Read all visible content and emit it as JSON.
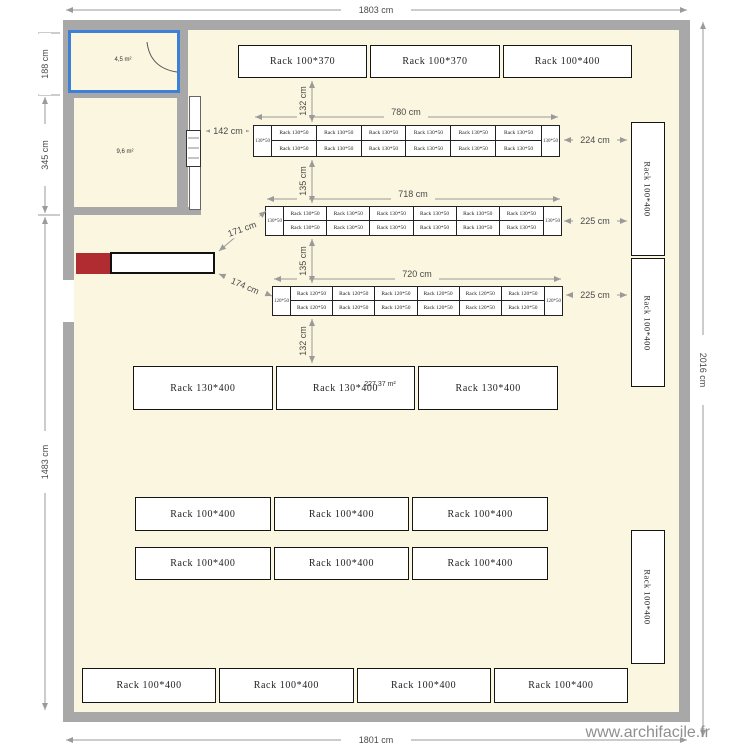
{
  "watermark": "www.archifacile.fr",
  "colors": {
    "floor": "#faf6e0",
    "wall": "#a8a8a8",
    "selection_blue": "#3c80d8",
    "red_block": "#b02c30",
    "dim_grey": "#9a9a9a"
  },
  "rooms": {
    "room1_area": "4,5 m²",
    "room2_area": "9,6 m²",
    "main_area": "227,37 m²"
  },
  "dims": {
    "top": "1803 cm",
    "bottom": "1801 cm",
    "right": "2016 cm",
    "left_top": "188 cm",
    "left_mid": "345 cm",
    "left_bottom": "1483 cm",
    "rowA_width": "780 cm",
    "rowB_width": "718 cm",
    "rowC_width": "720 cm",
    "gap_top_rowA": "132 cm",
    "gap_rowA_rowB": "135 cm",
    "gap_rowB_rowC": "135 cm",
    "gap_rowC_mid": "132 cm",
    "left_rowA": "142 cm",
    "left_rowB": "171 cm",
    "left_rowC": "174 cm",
    "right_rowA": "224 cm",
    "right_rowB": "225 cm",
    "right_rowC": "225 cm"
  },
  "racks": {
    "top_row": [
      "Rack 100*370",
      "Rack 100*370",
      "Rack 100*400"
    ],
    "right_column": [
      "Rack 100*400",
      "Rack 100*400",
      "Rack 100*400"
    ],
    "mid_row": [
      "Rack 130*400",
      "Rack 130*400",
      "Rack 130*400"
    ],
    "lower_row1": [
      "Rack 100*400",
      "Rack 100*400",
      "Rack 100*400"
    ],
    "lower_row2": [
      "Rack 100*400",
      "Rack 100*400",
      "Rack 100*400"
    ],
    "bottom_row": [
      "Rack 100*400",
      "Rack 100*400",
      "Rack 100*400",
      "Rack 100*400"
    ],
    "small_rows": [
      {
        "cap": "130*50",
        "cell": "Rack 130*50"
      },
      {
        "cap": "130*50",
        "cell": "Rack 130*50"
      },
      {
        "cap": "120*50",
        "cell": "Rack 120*50"
      }
    ]
  }
}
